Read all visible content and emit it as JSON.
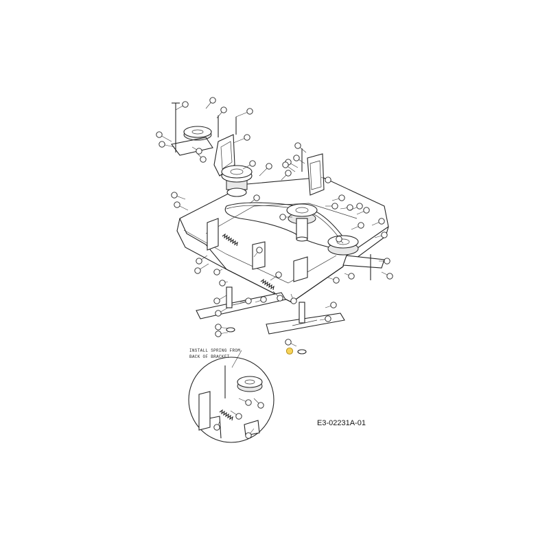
{
  "diagram": {
    "id_label": "E3-02231A-01",
    "inset_note_line1": "INSTALL SPRING FROM",
    "inset_note_line2": "BACK OF BRACKET",
    "callouts": []
  }
}
